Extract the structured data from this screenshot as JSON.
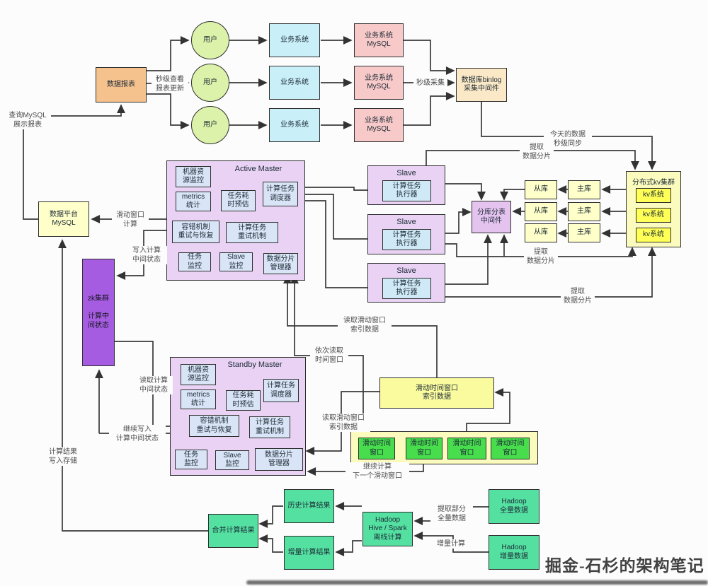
{
  "footer": {
    "watermark": "掘金-石杉的架构笔记"
  },
  "colors": {
    "report": "#f5c28e",
    "user": "#dcf2aa",
    "business": "#c9eff8",
    "business_mysql": "#f8c9c9",
    "binlog": "#fbe8c6",
    "db_boxes": "#ffffc9",
    "kv_inner": "#ffff55",
    "kv_outer": "#fbfbbd",
    "master_box": "#e9d2f4",
    "inner_box": "#d9e5f6",
    "executor": "#cfe9f6",
    "sharding": "#e4c3ef",
    "zk": "#a55ce0",
    "window_green": "#47dd4c",
    "window_index": "#fafa9e",
    "hadoop_green": "#54e0a1",
    "line": "#3a3a3a"
  },
  "nodes": {
    "data_report": "数据报表",
    "user": "用户",
    "business_system": "业务系统",
    "business_mysql": "业务系统\nMySQL",
    "binlog_mw": "数据库binlog\n采集中间件",
    "kv_cluster_title": "分布式kv集群",
    "kv_system": "kv系统",
    "slave_db": "从库",
    "master_db": "主库",
    "sharding_mw": "分库分表\n中间件",
    "data_platform_mysql": "数据平台\nMySQL",
    "zk": "zk集群\n\n计算中\n间状态",
    "active_master": "Active Master",
    "standby_master": "Standby Master",
    "machine_monitor": "机器资\n源监控",
    "metrics": "metrics\n统计",
    "task_estimate": "任务耗\n时预估",
    "scheduler": "计算任务\n调度器",
    "fault_tolerance": "容错机制\n重试与恢复",
    "task_retry": "计算任务\n重试机制",
    "task_monitor": "任务\n监控",
    "slave_monitor": "Slave\n监控",
    "shard_manager": "数据分片\n管理器",
    "slave_title": "Slave",
    "executor": "计算任务\n执行器",
    "window_index": "滑动时间窗口\n索引数据",
    "time_window": "滑动时间\n窗口",
    "history_result": "历史计算结果",
    "merge_result": "合并计算结果",
    "incr_result": "增量计算结果",
    "hive_spark": "Hadoop\nHive / Spark\n离线计算",
    "hadoop_full": "Hadoop\n全量数据",
    "hadoop_incr": "Hadoop\n增量数据"
  },
  "edge_labels": {
    "query_mysql": "查询MySQL\n展示报表",
    "report_update": "秒级查看\n报表更新",
    "sec_collect": "秒级采集",
    "today_sync": "今天的数据\n秒级同步",
    "extract_shard_top": "提取\n数据分片",
    "extract_shard_mid": "提取\n数据分片",
    "extract_shard_low": "提取\n数据分片",
    "window_calc": "滑动窗口\n计算",
    "write_state": "写入计算\n中间状态",
    "read_state": "读取计算\n中间状态",
    "continue_write": "继续写入\n计算中间状态",
    "write_storage": "计算结果\n写入存储",
    "read_window_idx_top": "读取滑动窗口\n索引数据",
    "read_seq": "依次读取\n时间窗口",
    "read_window_idx_low": "读取滑动窗口\n索引数据",
    "continue_calc": "继续计算\n下一个滑动窗口",
    "extract_partial": "提取部分\n全量数据",
    "incr_calc": "增量计算"
  }
}
